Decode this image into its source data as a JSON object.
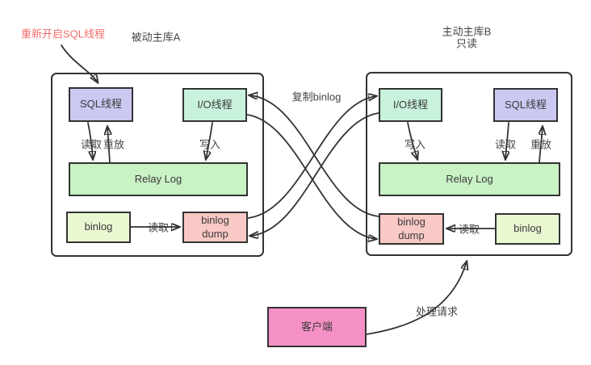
{
  "colors": {
    "box_border": "#333333",
    "line": "#333333",
    "sql_thread_fill": "#cbc9f2",
    "io_thread_fill": "#c9f2dc",
    "relay_log_fill": "#c9f2c5",
    "binlog_fill": "#eaf8d2",
    "binlog_dump_fill": "#f9c9c5",
    "client_fill": "#f591c6",
    "annotation_red": "#f26c6c",
    "background": "#ffffff"
  },
  "annotations": {
    "restart_sql_thread": "重新开启SQL线程",
    "copy_binlog": "复制binlog",
    "handle_request": "处理请求"
  },
  "labels": {
    "read": "读取",
    "replay": "重放",
    "write": "写入"
  },
  "server_a": {
    "title": "被动主库A",
    "sql_thread": "SQL线程",
    "io_thread": "I/O线程",
    "relay_log": "Relay Log",
    "binlog": "binlog",
    "binlog_dump": "binlog\ndump"
  },
  "server_b": {
    "title": "主动主库B",
    "subtitle": "只读",
    "sql_thread": "SQL线程",
    "io_thread": "I/O线程",
    "relay_log": "Relay Log",
    "binlog": "binlog",
    "binlog_dump": "binlog\ndump"
  },
  "client": {
    "label": "客户端"
  }
}
